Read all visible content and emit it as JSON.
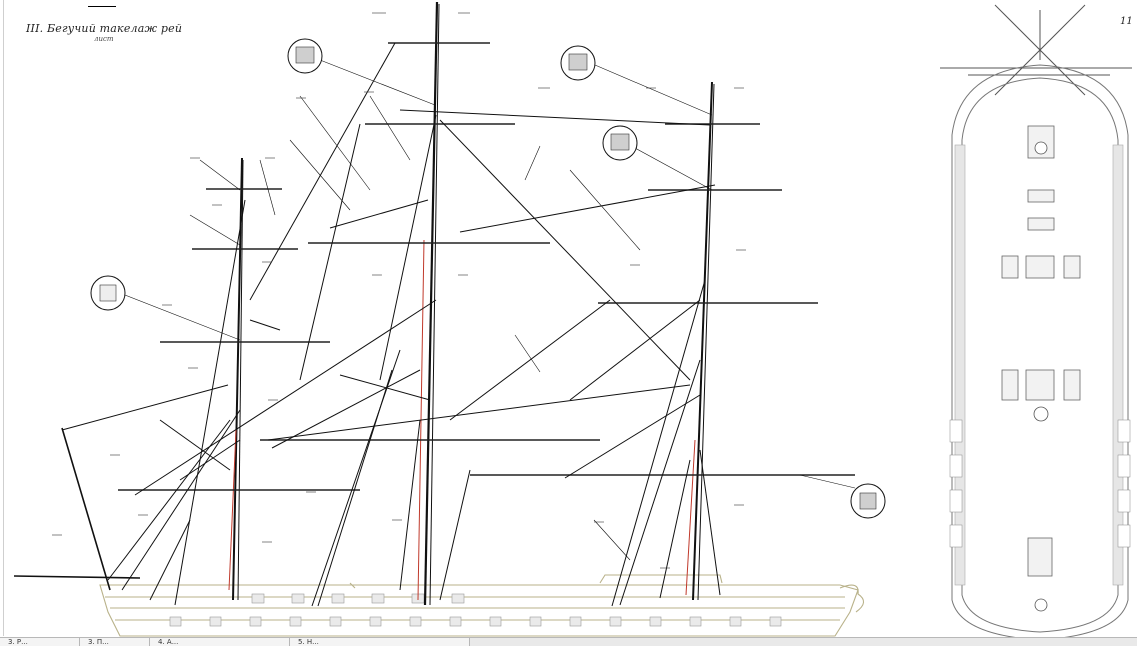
{
  "sheet": {
    "title": "III. Бегучий такелаж рей",
    "subtitle": "лист",
    "number": "11"
  },
  "tabs": [
    {
      "label": "3. Р..."
    },
    {
      "label": "3. П..."
    },
    {
      "label": "4. А..."
    },
    {
      "label": "5. Н..."
    }
  ],
  "colors": {
    "line": "#111111",
    "hull": "#b9b28a",
    "accent_red": "#c0392b",
    "deck": "#888888"
  }
}
